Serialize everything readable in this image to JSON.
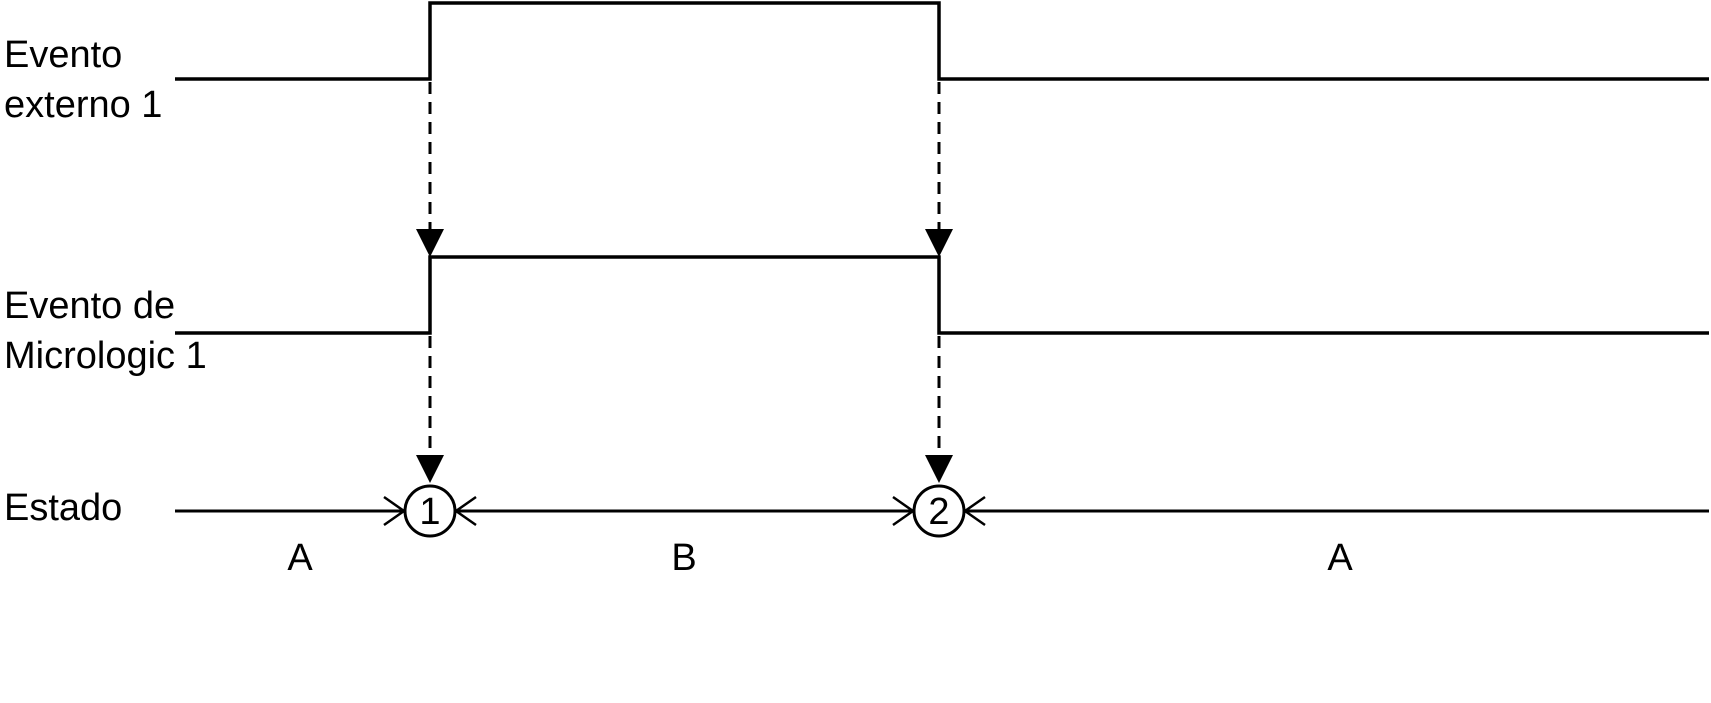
{
  "signals": [
    {
      "line1": "Evento",
      "line2": "externo 1"
    },
    {
      "line1": "Evento de",
      "line2": "Micrologic 1"
    },
    {
      "line1": "Estado"
    }
  ],
  "markers": [
    "1",
    "2"
  ],
  "segments": [
    "A",
    "B",
    "A"
  ]
}
